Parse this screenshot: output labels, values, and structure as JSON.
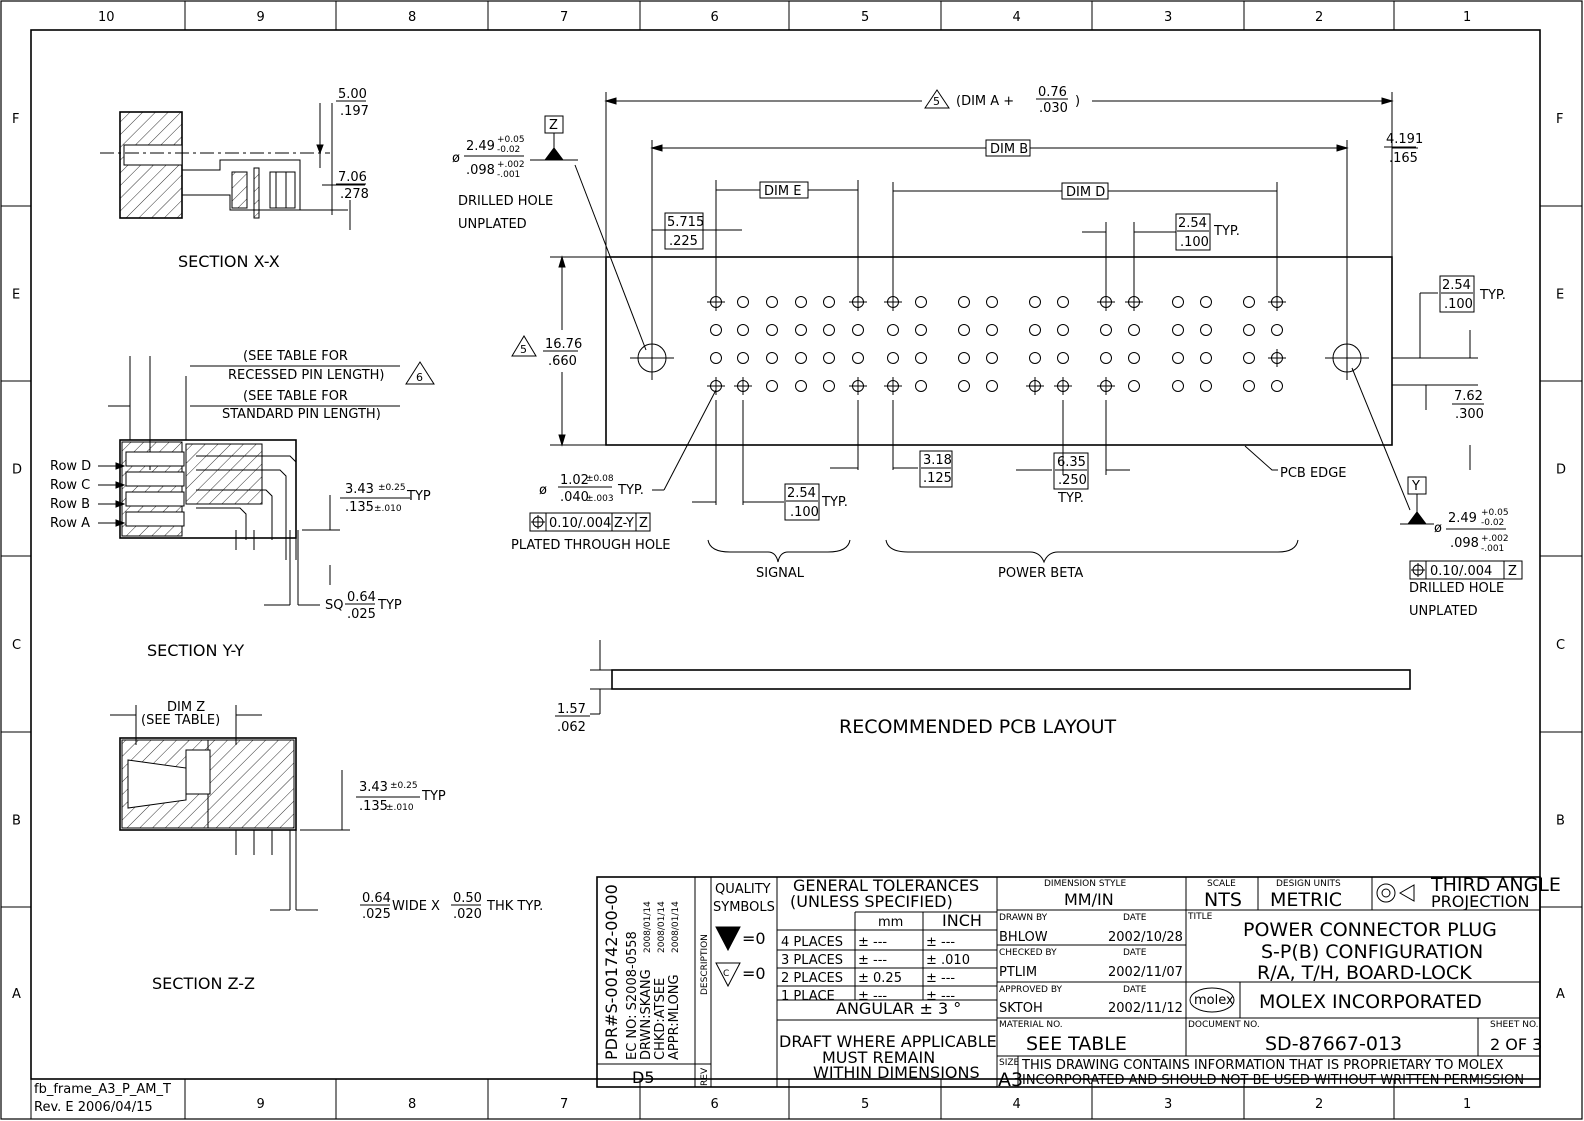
{
  "border": {
    "columns": [
      "10",
      "9",
      "8",
      "7",
      "6",
      "5",
      "4",
      "3",
      "2",
      "1"
    ],
    "rows": [
      "F",
      "E",
      "D",
      "C",
      "B",
      "A"
    ],
    "frame_label": "fb_frame_A3_P_AM_T",
    "frame_rev": "Rev. E  2006/04/15"
  },
  "sections": {
    "xx": {
      "title": "SECTION X-X",
      "dim1_top": "5.00",
      "dim1_bot": ".197",
      "dim2_top": "7.06",
      "dim2_bot": ".278"
    },
    "yy": {
      "title": "SECTION Y-Y",
      "note1a": "(SEE TABLE FOR",
      "note1b": "RECESSED PIN LENGTH)",
      "note1_flag": "6",
      "note2a": "(SEE TABLE  FOR",
      "note2b": "STANDARD PIN LENGTH)",
      "rows": [
        "Row D",
        "Row C",
        "Row B",
        "Row A"
      ],
      "dim_a_top": "3.43",
      "dim_a_tol1": "±0.25",
      "dim_a_bot": ".135",
      "dim_a_tol2": "±.010",
      "dim_a_suffix": "TYP",
      "sq_prefix": "SQ",
      "sq_top": "0.64",
      "sq_bot": ".025",
      "sq_suffix": "TYP"
    },
    "zz": {
      "title": "SECTION Z-Z",
      "dimz_a": "DIM Z",
      "dimz_b": "(SEE TABLE)",
      "dim_a_top": "3.43",
      "dim_a_tol1": "±0.25",
      "dim_a_bot": ".135",
      "dim_a_tol2": "±.010",
      "dim_a_suffix": "TYP",
      "w_top": "0.64",
      "w_bot": ".025",
      "w_mid": "WIDE X",
      "t_top": "0.50",
      "t_bot": ".020",
      "t_suffix": "THK TYP."
    }
  },
  "layout": {
    "title": "RECOMMENDED PCB LAYOUT",
    "dim_a": "(DIM A  +",
    "dim_a_flag": "5",
    "dim_a_top": "0.76",
    "dim_a_bot": ".030",
    "dim_a_close": ")",
    "dim_b": "DIM B",
    "dim_e": "DIM E",
    "dim_d": "DIM D",
    "d4191_top": "4.191",
    "d4191_bot": ".165",
    "d5715_top": "5.715",
    "d5715_bot": ".225",
    "d254_top": "2.54",
    "d254_bot": ".100",
    "typ": "TYP.",
    "typ2": "TYP.",
    "d1676_top": "16.76",
    "d1676_bot": ".660",
    "d1676_flag": "5",
    "d762_top": "7.62",
    "d762_bot": ".300",
    "d318_top": "3.18",
    "d318_bot": ".125",
    "d635_top": "6.35",
    "d635_bot": ".250",
    "d635_typ": "TYP.",
    "pcb_edge": "PCB EDGE",
    "d157_top": "1.57",
    "d157_bot": ".062",
    "signal": "SIGNAL",
    "power": "POWER BETA",
    "z_ref": "Z",
    "y_ref": "Y",
    "phi": "ø",
    "z_top": "2.49",
    "z_tol1": "+0.05",
    "z_tol2": "-0.02",
    "z_bot": ".098",
    "z_tol3": "+.002",
    "z_tol4": "-.001",
    "drilled": "DRILLED HOLE",
    "unplated": "UNPLATED",
    "pth_top": "1.02",
    "pth_tol1": "±0.08",
    "pth_bot": ".040",
    "pth_tol2": "±.003",
    "pth_typ": "TYP.",
    "pth_fcf": "0.10/.004",
    "pth_datum": "Z-Y",
    "pth_datum2": "Z",
    "pth_label": "PLATED THROUGH HOLE",
    "y_top": "2.49",
    "y_tol1": "+0.05",
    "y_tol2": "-0.02",
    "y_bot": ".098",
    "y_tol3": "+.002",
    "y_tol4": "-.001",
    "y_fcf": "0.10/.004",
    "y_datum": "Z",
    "y_drilled": "DRILLED HOLE",
    "y_unplated": "UNPLATED"
  },
  "titleblock": {
    "pdr": "PDR#S-001742-00-00",
    "ec": "EC NO: S2008-0558",
    "drwn": "DRWN:SKANG",
    "drwn_date": "2008/01/14",
    "chkd": "CHKD:ATSEE",
    "chkd_date": "2008/01/14",
    "appr": "APPR:MLONG",
    "appr_date": "2008/01/14",
    "description": "DESCRIPTION",
    "rev": "REV",
    "rev_val": "D5",
    "quality": "QUALITY",
    "symbols": "SYMBOLS",
    "eq0a": "=0",
    "eq0b": "=0",
    "c_sym": "C",
    "gen_tol": "GENERAL TOLERANCES",
    "unless": "(UNLESS SPECIFIED)",
    "mm": "mm",
    "inch": "INCH",
    "tol_rows": [
      {
        "label": "4 PLACES",
        "mm": "± ---",
        "inch": "± ---"
      },
      {
        "label": "3 PLACES",
        "mm": "± ---",
        "inch": "± .010"
      },
      {
        "label": "2 PLACES",
        "mm": "± 0.25",
        "inch": "± ---"
      },
      {
        "label": "1 PLACE",
        "mm": "± ---",
        "inch": "± ---"
      }
    ],
    "angular": "ANGULAR ± 3 °",
    "draft1": "DRAFT WHERE APPLICABLE",
    "draft2": "MUST REMAIN",
    "draft3": "WITHIN DIMENSIONS",
    "dim_style_lbl": "DIMENSION STYLE",
    "dim_style": "MM/IN",
    "drawn_lbl": "DRAWN BY",
    "drawn": "BHLOW",
    "drawn_date": "2002/10/28",
    "checked_lbl": "CHECKED BY",
    "checked": "PTLIM",
    "checked_date": "2002/11/07",
    "approved_lbl": "APPROVED BY",
    "approved": "SKTOH",
    "approved_date": "2002/11/12",
    "date_lbl": "DATE",
    "material_lbl": "MATERIAL NO.",
    "material": "SEE  TABLE",
    "scale_lbl": "SCALE",
    "scale": "NTS",
    "units_lbl": "DESIGN UNITS",
    "units": "METRIC",
    "proj1": "THIRD ANGLE",
    "proj2": "PROJECTION",
    "title_lbl": "TITLE",
    "title1": "POWER CONNECTOR PLUG",
    "title2": "S-P(B) CONFIGURATION",
    "title3": "R/A, T/H, BOARD-LOCK",
    "logo": "molex",
    "company": "MOLEX INCORPORATED",
    "doc_lbl": "DOCUMENT NO.",
    "doc": "SD-87667-013",
    "sheet_lbl": "SHEET NO.",
    "sheet": "2  OF  3",
    "size_lbl": "SIZE",
    "size": "A3",
    "prop1": "THIS DRAWING CONTAINS INFORMATION THAT IS PROPRIETARY TO MOLEX",
    "prop2": "INCORPORATED AND SHOULD NOT BE USED WITHOUT WRITTEN PERMISSION"
  }
}
